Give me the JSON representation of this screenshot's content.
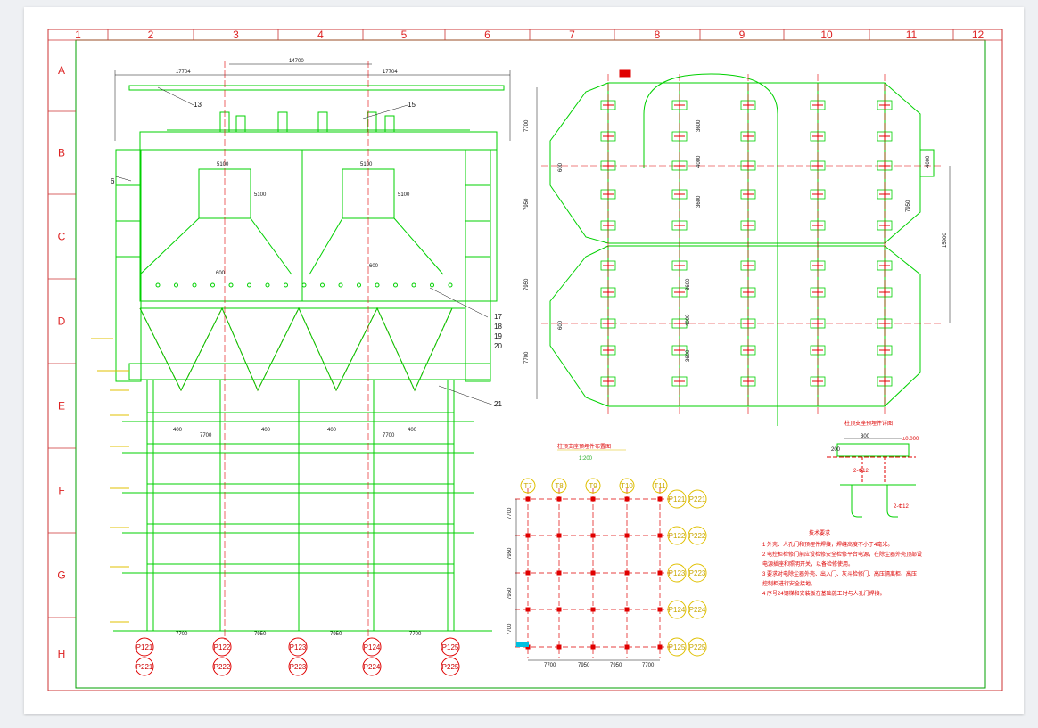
{
  "columns": [
    "1",
    "2",
    "3",
    "4",
    "5",
    "6",
    "7",
    "8",
    "9",
    "10",
    "11",
    "12"
  ],
  "rows": [
    "A",
    "B",
    "C",
    "D",
    "E",
    "F",
    "G",
    "H"
  ],
  "elevation": {
    "dims_top": [
      "17704",
      "14700",
      "17704"
    ],
    "opening_dims": [
      "5100",
      "5100"
    ],
    "opening_side_dims": [
      "5100",
      "5100"
    ],
    "hopper_dims": [
      "600",
      "600"
    ],
    "bottom_dims": [
      "400",
      "7700",
      "400",
      "400",
      "7700",
      "400"
    ],
    "base_dims": [
      "7700",
      "7950",
      "7950",
      "7700"
    ],
    "callouts": [
      "13",
      "15",
      "6",
      "17",
      "18",
      "19",
      "20",
      "21"
    ],
    "bubbles_top": [
      "P121",
      "P122",
      "P123",
      "P124",
      "P125"
    ],
    "bubbles_bottom": [
      "P221",
      "P222",
      "P223",
      "P224",
      "P225"
    ]
  },
  "plan": {
    "dims_left": [
      "7700",
      "7950",
      "7950",
      "7700"
    ],
    "dims_inner": [
      "3600",
      "4000",
      "3600",
      "3600",
      "4000",
      "3600"
    ],
    "dims_right": [
      "7950",
      "15900"
    ],
    "dims_short": [
      "600",
      "600"
    ],
    "dim_tab": "4000"
  },
  "foundation": {
    "title": "柱顶支座预埋件布置图",
    "scale": "1:200",
    "top_bubbles": [
      "T7",
      "T8",
      "T9",
      "T10",
      "T11"
    ],
    "right_bubbles": [
      [
        "P121",
        "P221"
      ],
      [
        "P122",
        "P222"
      ],
      [
        "P123",
        "P223"
      ],
      [
        "P124",
        "P224"
      ],
      [
        "P125",
        "P225"
      ]
    ],
    "bottom_dims": [
      "7700",
      "7950",
      "7950",
      "7700"
    ],
    "left_dims": [
      "7700",
      "7950",
      "7950",
      "7700"
    ]
  },
  "detail": {
    "title": "柱顶支座预埋件详图",
    "rebar1": "2-Φ12",
    "rebar2": "2-Φ12",
    "dim1": "300",
    "dim2": "200",
    "level": "±0.000"
  },
  "notes": {
    "title": "技术要求",
    "lines": [
      "1  外壳、人孔门和预埋件焊接，焊缝高度不小于4毫米。",
      "2  电控柜检修门前应设检修安全检修平台电源，在除尘器外壳顶部设",
      "   电源插座和照明开关，以备检修使用。",
      "3  要求对电除尘器外壳、出入门、灰斗检修门、高压隔离柜、高压",
      "   控制柜进行安全接地。",
      "4  序号24钢梯和安装板在基础施工时与人孔门焊接。"
    ]
  },
  "colors": {
    "border": "#00a000",
    "green": "#00d000",
    "red": "#e00000",
    "yellow": "#e0c000"
  }
}
